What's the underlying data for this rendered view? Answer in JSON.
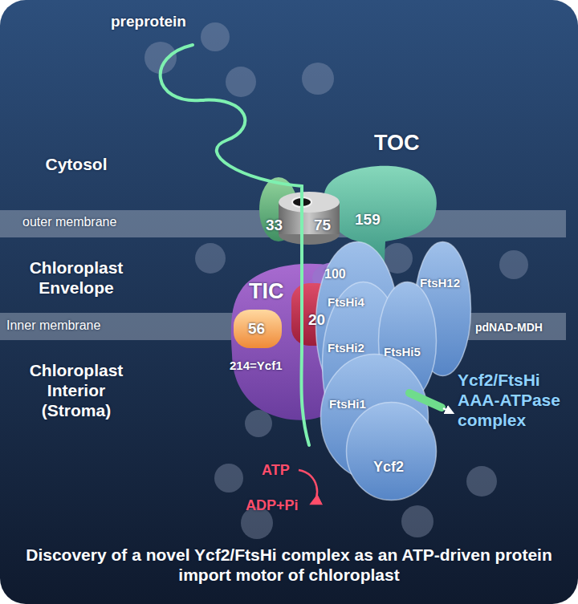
{
  "diagram": {
    "caption": "Discovery of a novel Ycf2/FtsHi complex as an ATP-driven protein import motor of chloroplast",
    "nodes": [
      {
        "text": [
          "159"
        ]
      },
      {
        "text": [
          "33"
        ]
      },
      {
        "text": [
          "75"
        ]
      },
      {
        "text": [
          "TIC"
        ]
      },
      {
        "text": [
          "56"
        ],
        "in": 3
      },
      {
        "text": [
          "20"
        ],
        "in": 3
      },
      {
        "text": [
          "Ycf2/FtsHi AAA-ATPase complex"
        ]
      },
      {
        "text": [
          "FtsHi4"
        ],
        "in": 6
      },
      {
        "text": [
          "FtsH12"
        ],
        "in": 6
      },
      {
        "text": [
          "FtsHi2"
        ],
        "in": 6
      },
      {
        "text": [
          "FtsHi5"
        ],
        "in": 6
      },
      {
        "text": [
          "FtsHi1"
        ],
        "in": 6
      },
      {
        "text": [
          "Ycf2"
        ],
        "in": 6
      }
    ],
    "labels": [
      "preprotein",
      "TOC",
      "Cytosol",
      "outer membrane",
      "Chloroplast Envelope",
      "Inner membrane",
      "100",
      "214=Ycf1",
      "pdNAD-MDH",
      "Chloroplast Interior (Stroma)",
      "ATP",
      "ADP+Pi"
    ]
  }
}
